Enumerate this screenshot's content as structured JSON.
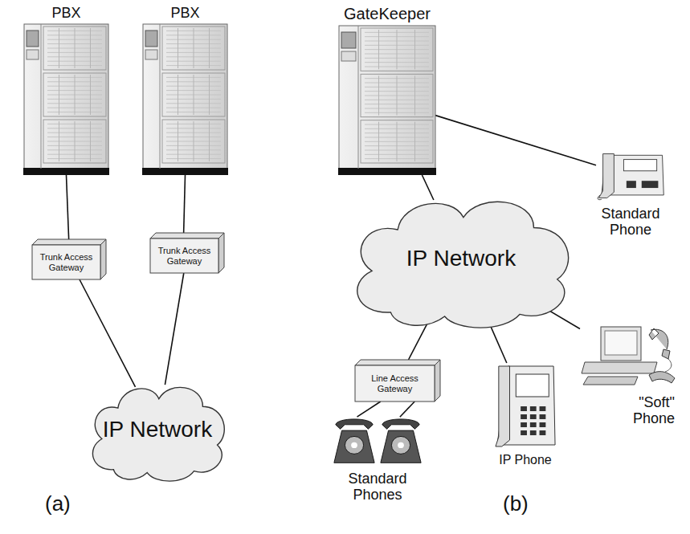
{
  "diagram": {
    "nodes": [
      {
        "text": [
          "PBX"
        ]
      },
      {
        "text": [
          "PBX"
        ]
      },
      {
        "text": [
          "Trunk Access Gateway"
        ]
      },
      {
        "text": [
          "Trunk Access Gateway"
        ]
      },
      {
        "text": [
          "IP Network"
        ]
      },
      {
        "text": [
          "GateKeeper"
        ]
      },
      {
        "text": [
          "Standard Phone"
        ]
      },
      {
        "text": [
          "IP Network"
        ]
      },
      {
        "text": [
          "Line Access Gateway"
        ]
      },
      {
        "text": [
          "Standard Phones"
        ]
      },
      {
        "text": [
          "IP Phone"
        ]
      },
      {
        "text": [
          "\"Soft\" Phone"
        ]
      }
    ],
    "edges": [
      {
        "from": 0,
        "to": 2,
        "arrow": "none"
      },
      {
        "from": 1,
        "to": 3,
        "arrow": "none"
      },
      {
        "from": 2,
        "to": 4,
        "arrow": "none"
      },
      {
        "from": 3,
        "to": 4,
        "arrow": "none"
      },
      {
        "from": 5,
        "to": 6,
        "arrow": "none"
      },
      {
        "from": 5,
        "to": 7,
        "arrow": "none"
      },
      {
        "from": 7,
        "to": 8,
        "arrow": "none"
      },
      {
        "from": 7,
        "to": 10,
        "arrow": "none"
      },
      {
        "from": 7,
        "to": 11,
        "arrow": "none"
      },
      {
        "from": 8,
        "to": 9,
        "arrow": "none"
      },
      {
        "from": 8,
        "to": 9,
        "arrow": "none"
      }
    ],
    "labels": [
      "(a)",
      "(b)"
    ]
  }
}
